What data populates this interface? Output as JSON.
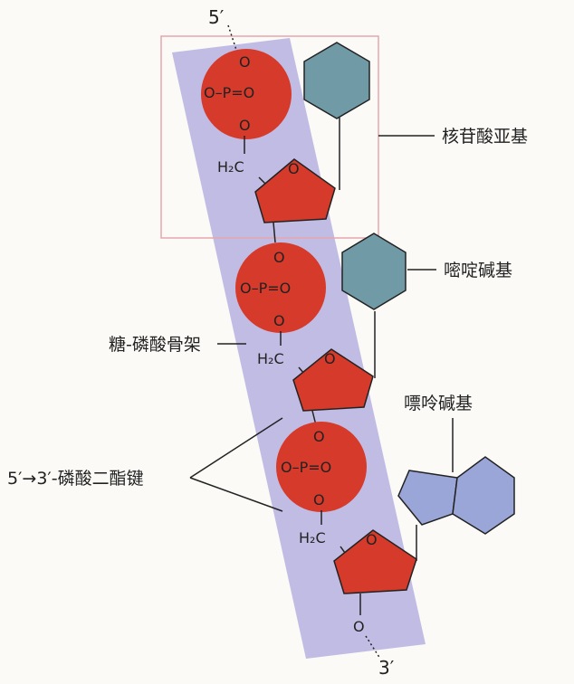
{
  "labels": {
    "nucleotide_residue": "核苷酸亚基",
    "pyrimidine_base": "嘧啶碱基",
    "sugar_phosphate_backbone": "糖-磷酸骨架",
    "purine_base": "嘌呤碱基",
    "phosphodiester_bond": "5′→3′-磷酸二酯键"
  },
  "ends": {
    "five_prime": "5′",
    "three_prime": "3′"
  },
  "phosphate": {
    "top_o": "O",
    "middle": "O–P=O",
    "bottom_o": "O"
  },
  "sugar": {
    "ch2": "H₂C",
    "ring_o": "O"
  },
  "colors": {
    "backbone": "#b6b0e0",
    "phosphate": "#d63a2a",
    "sugar": "#d63a2a",
    "pyrimidine": "#6f9aa6",
    "purine": "#9aa6d8",
    "highlight_box": "#e6a6ad"
  }
}
